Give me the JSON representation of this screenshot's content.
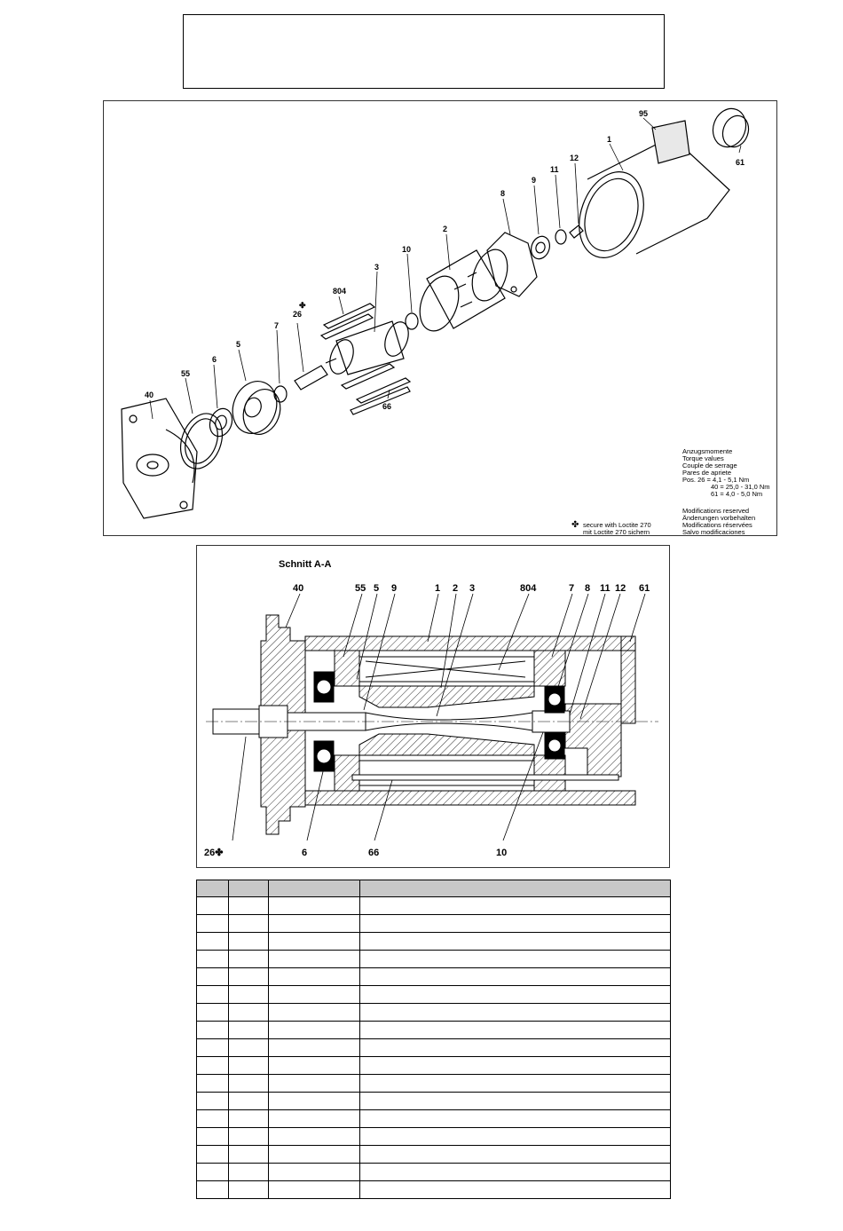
{
  "exploded": {
    "parts": [
      "1",
      "2",
      "3",
      "5",
      "6",
      "7",
      "8",
      "9",
      "10",
      "11",
      "12",
      "26",
      "40",
      "55",
      "61",
      "66",
      "95",
      "804"
    ],
    "loctite_symbol": "✤",
    "torque": {
      "heading_de": "Anzugsmomente",
      "heading_en": "Torque values",
      "heading_fr": "Couple de serrage",
      "heading_es": "Pares de apriete",
      "line_26": "Pos. 26 =   4,1 -   5,1 Nm",
      "line_40": "40 = 25,0 - 31,0 Nm",
      "line_61": "61 =   4,0 -   5,0 Nm"
    },
    "modifications": {
      "en": "Modifications reserved",
      "de": "Änderungen vorbehalten",
      "fr": "Modifications réservées",
      "es": "Salvo modificaciones"
    },
    "loctite": {
      "en": "secure with Loctite 270",
      "de": "mit Loctite 270 sichern"
    }
  },
  "section": {
    "title": "Schnitt A-A",
    "top_labels": [
      "40",
      "55",
      "5",
      "9",
      "1",
      "2",
      "3",
      "804",
      "7",
      "8",
      "11",
      "12",
      "61"
    ],
    "bottom_labels": [
      "26✤",
      "6",
      "66",
      "10"
    ]
  },
  "table": {
    "rows": 17
  }
}
